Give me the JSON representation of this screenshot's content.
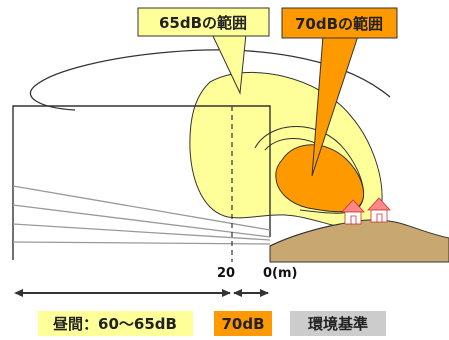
{
  "callouts": {
    "zone65_label": "65dBの範囲",
    "zone70_label": "70dBの範囲"
  },
  "axis": {
    "mark_20": "20",
    "mark_0": "0(m)"
  },
  "legend": {
    "daytime_label": "昼間：60～65dB",
    "level70_label": "70dB",
    "standard_label": "環境基準"
  },
  "colors": {
    "zone65_fill": "#ffff99",
    "zone70_fill": "#ff9900",
    "ground_fill": "#c8a870",
    "standard_chip_bg": "#cccccc",
    "daytime_chip_bg": "#ffff99",
    "level70_chip_bg": "#ff9900"
  },
  "icons": {
    "houses": "house-pair-icon"
  }
}
